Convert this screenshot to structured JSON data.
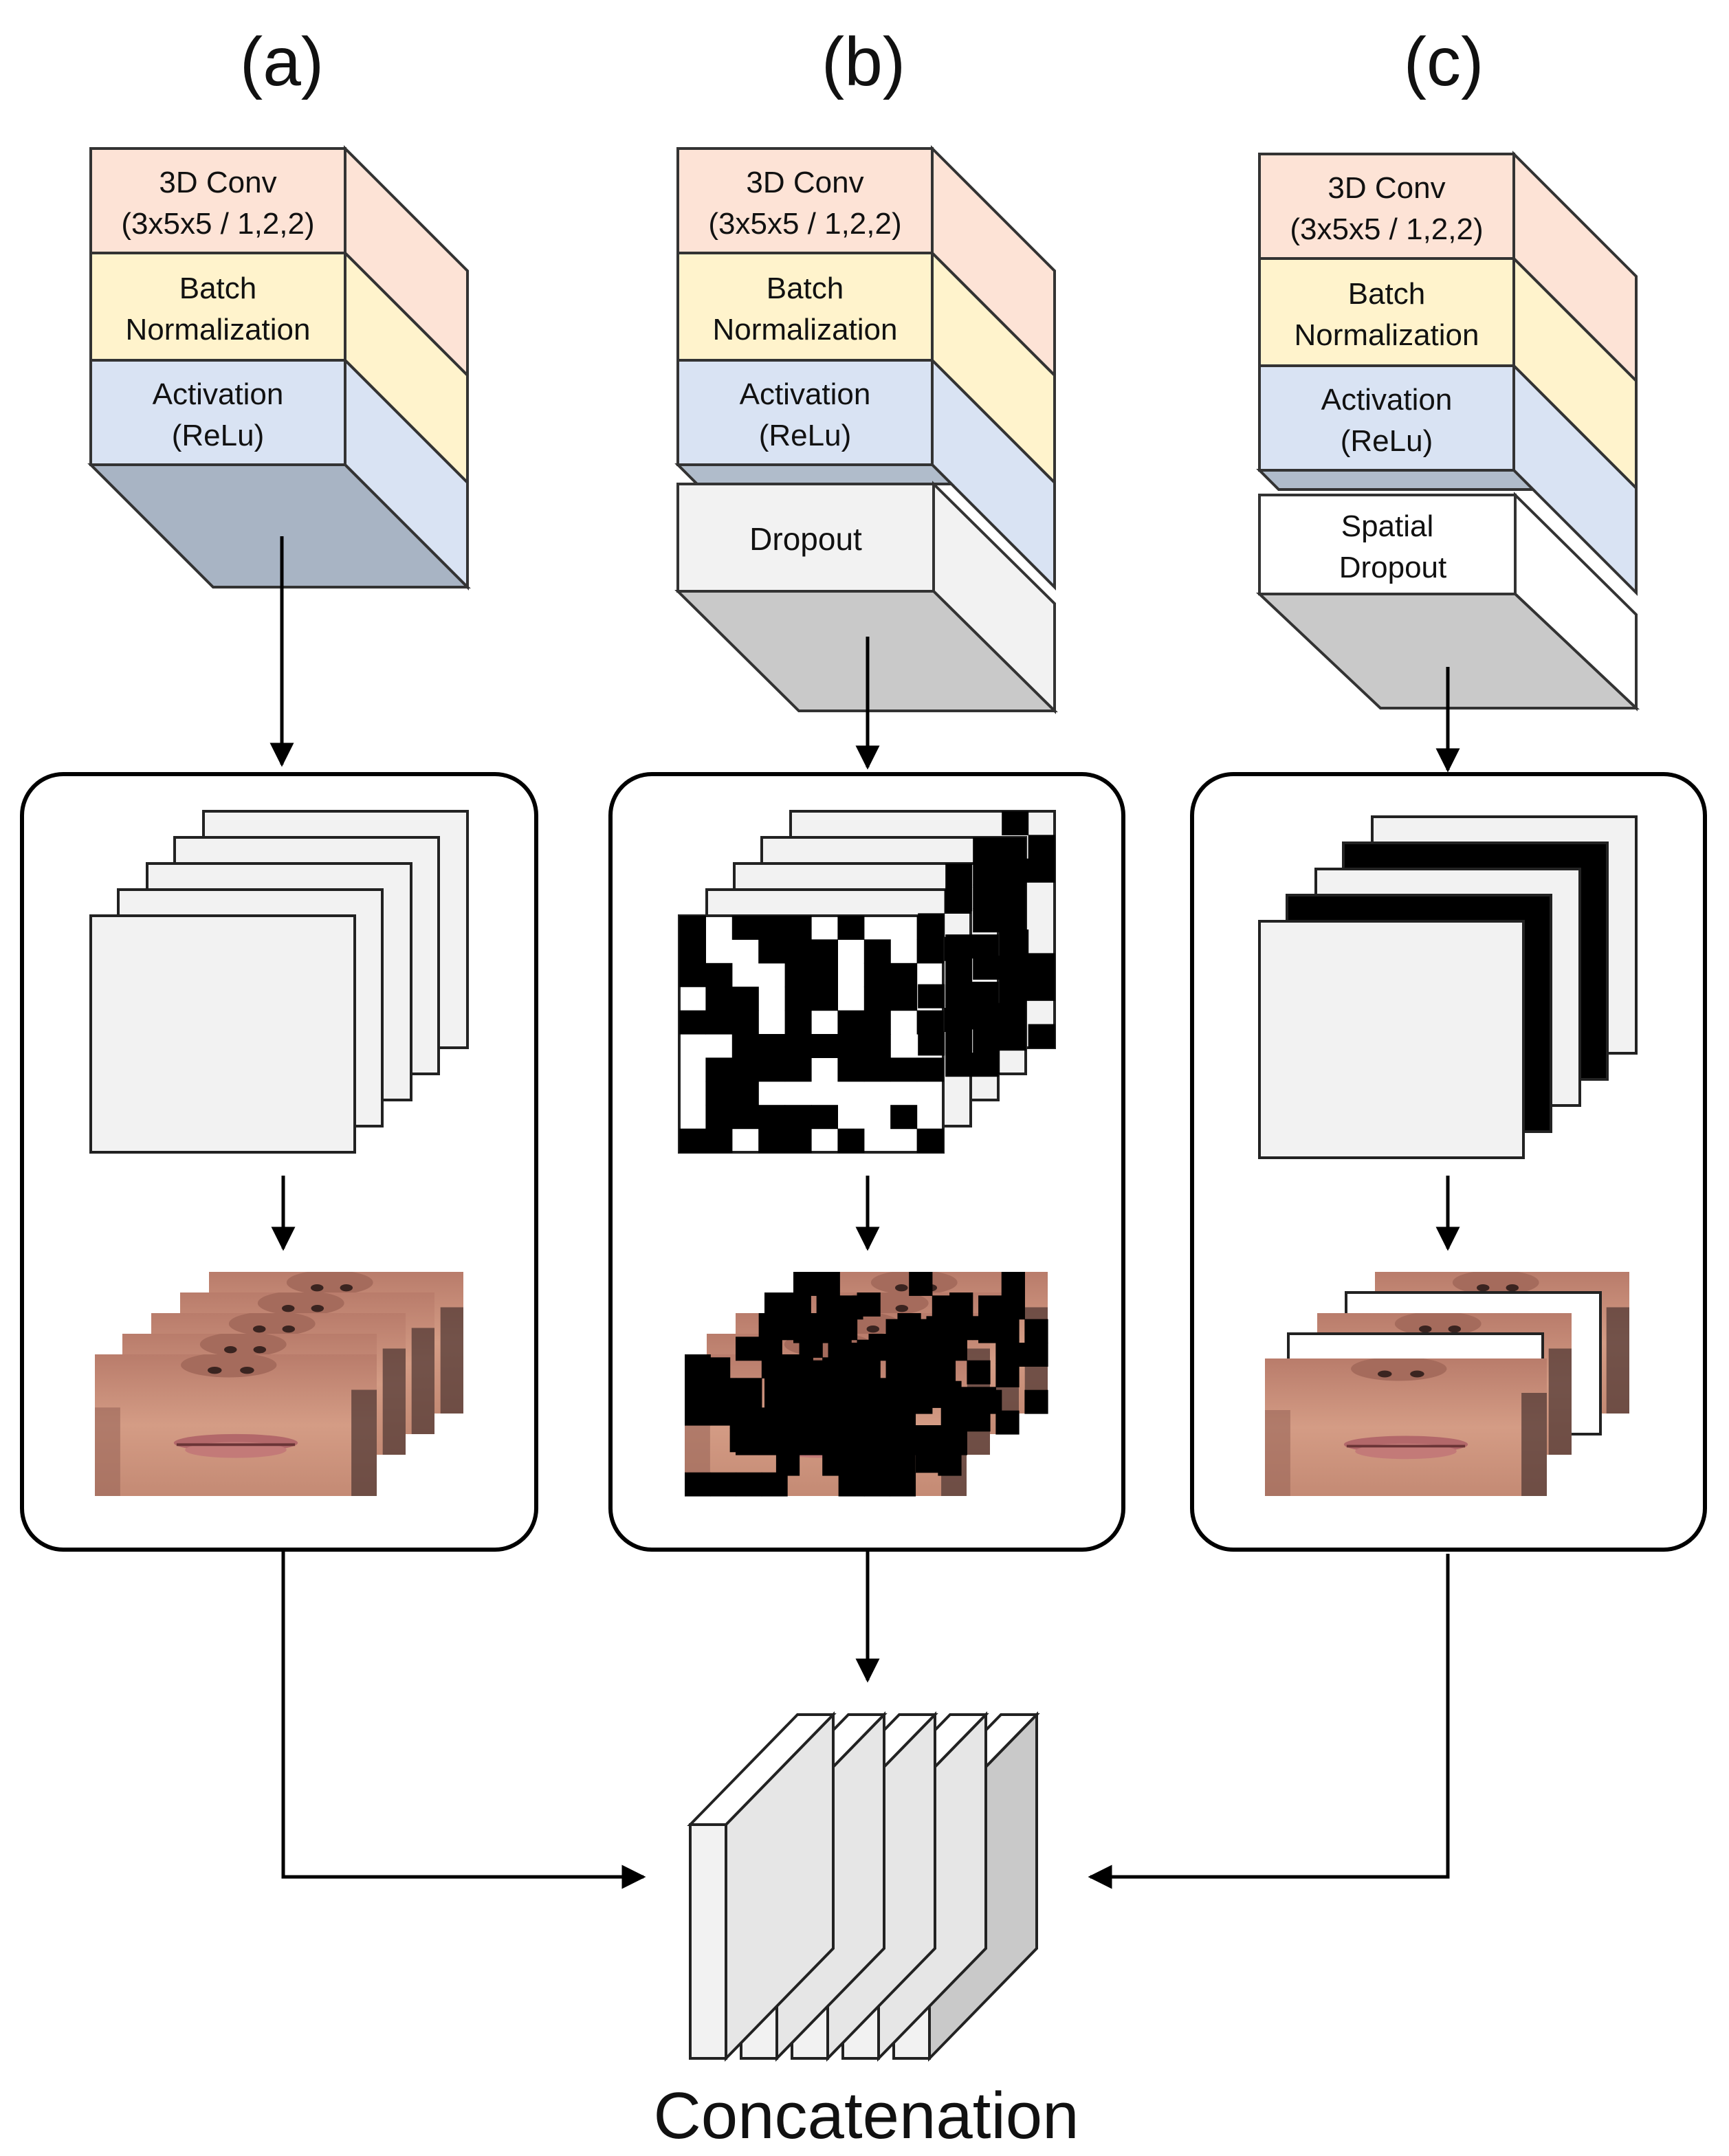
{
  "panels": [
    {
      "id": "a",
      "label": "(a)",
      "layers": {
        "conv": [
          "3D Conv",
          "(3x5x5 / 1,2,2)"
        ],
        "bn": [
          "Batch",
          "Normalization"
        ],
        "act": [
          "Activation",
          "(ReLu)"
        ]
      },
      "dropout": null,
      "feature_maps": "plain",
      "frames": "face-clips"
    },
    {
      "id": "b",
      "label": "(b)",
      "layers": {
        "conv": [
          "3D Conv",
          "(3x5x5 / 1,2,2)"
        ],
        "bn": [
          "Batch",
          "Normalization"
        ],
        "act": [
          "Activation",
          "(ReLu)"
        ]
      },
      "dropout": [
        "Dropout"
      ],
      "feature_maps": "random-element-mask",
      "frames": "pixel-masked-face-clips"
    },
    {
      "id": "c",
      "label": "(c)",
      "layers": {
        "conv": [
          "3D Conv",
          "(3x5x5 / 1,2,2)"
        ],
        "bn": [
          "Batch",
          "Normalization"
        ],
        "act": [
          "Activation",
          "(ReLu)"
        ]
      },
      "dropout": [
        "Spatial",
        "Dropout"
      ],
      "feature_maps": "whole-channel-mask",
      "frames": "channel-masked-face-clips"
    }
  ],
  "output": {
    "label": "Concatenation",
    "slices": 5
  },
  "colors": {
    "conv": "#fde3d6",
    "bn": "#fff3cc",
    "act": "#d9e3f3",
    "box_bottom_a": "#a8b4c4",
    "dropout_face": "#f2f2f2",
    "shadow": "#c9c9c9",
    "skin": "#c98f7a",
    "lips": "#b3686a"
  }
}
